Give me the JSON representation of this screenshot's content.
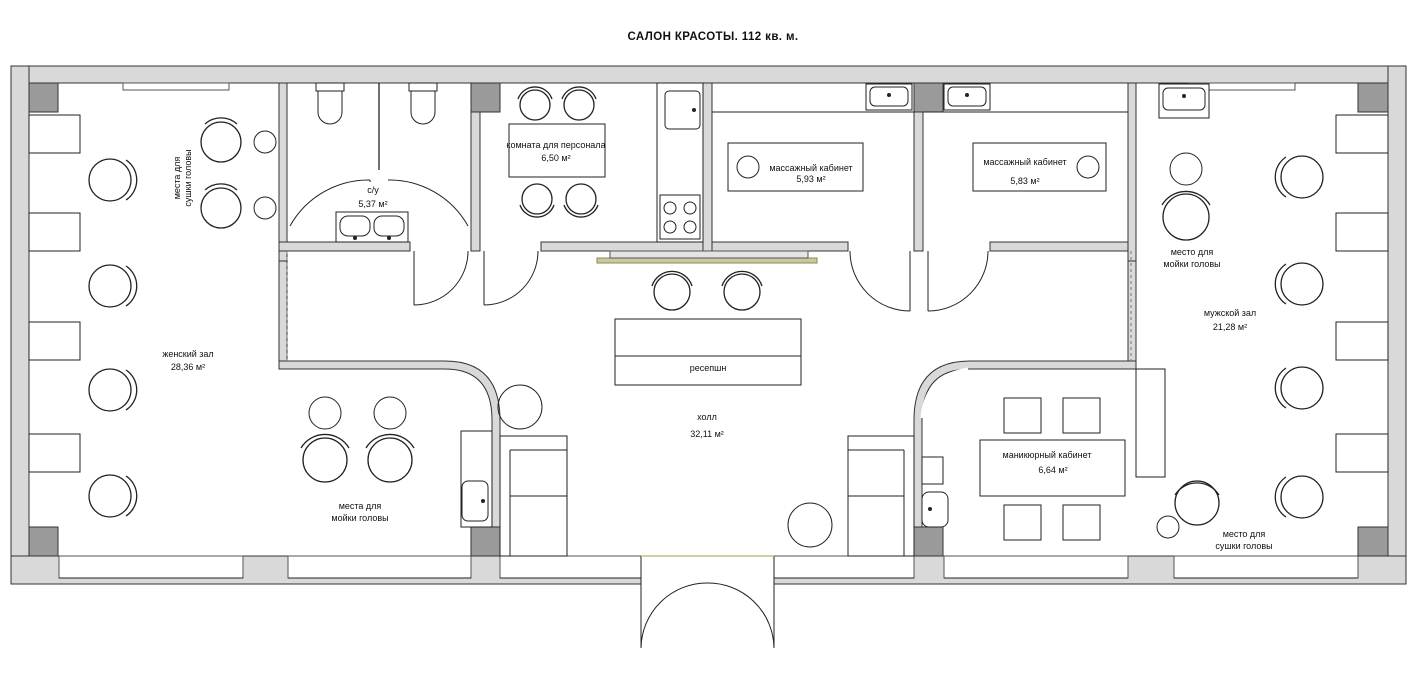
{
  "title": "САЛОН  КРАСОТЫ.  112  кв.  м.",
  "rooms": {
    "womens_hall": {
      "name": "женский зал",
      "area": "28,36 м²"
    },
    "womens_dry": {
      "line1": "места для",
      "line2": "сушки головы"
    },
    "womens_wash": {
      "line1": "места для",
      "line2": "мойки головы"
    },
    "wc": {
      "name": "с/у",
      "area": "5,37 м²"
    },
    "staff_room": {
      "name": "комната для персонала",
      "area": "6,50 м²"
    },
    "massage_1": {
      "name": "массажный кабинет",
      "area": "5,93 м²"
    },
    "massage_2": {
      "name": "массажный кабинет",
      "area": "5,83 м²"
    },
    "reception": {
      "name": "ресепшн"
    },
    "hall": {
      "name": "холл",
      "area": "32,11 м²"
    },
    "manicure": {
      "name": "маникюрный кабинет",
      "area": "6,64 м²"
    },
    "mens_hall": {
      "name": "мужской зал",
      "area": "21,28 м²"
    },
    "mens_wash": {
      "line1": "место для",
      "line2": "мойки головы"
    },
    "mens_dry": {
      "line1": "место для",
      "line2": "сушки головы"
    }
  }
}
